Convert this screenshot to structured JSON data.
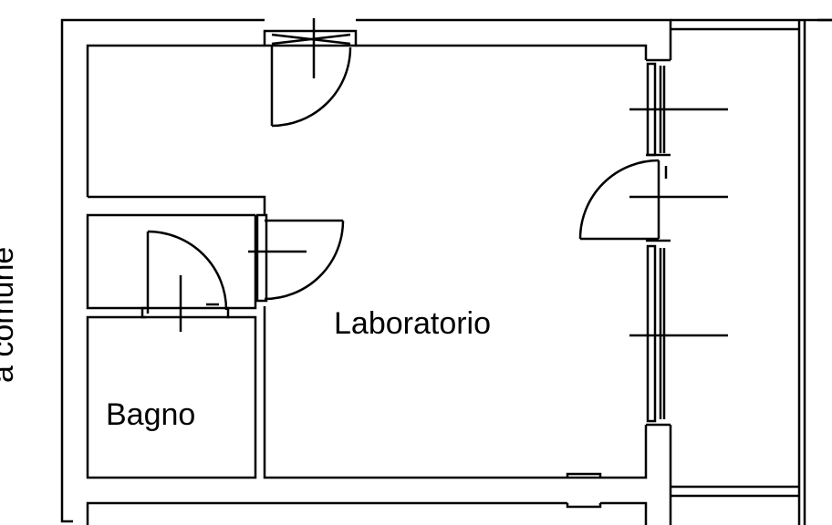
{
  "rooms": {
    "laboratorio": "Laboratorio",
    "bagno": "Bagno"
  },
  "side_label": "a comune",
  "colors": {
    "line": "#000000",
    "background": "#ffffff"
  }
}
